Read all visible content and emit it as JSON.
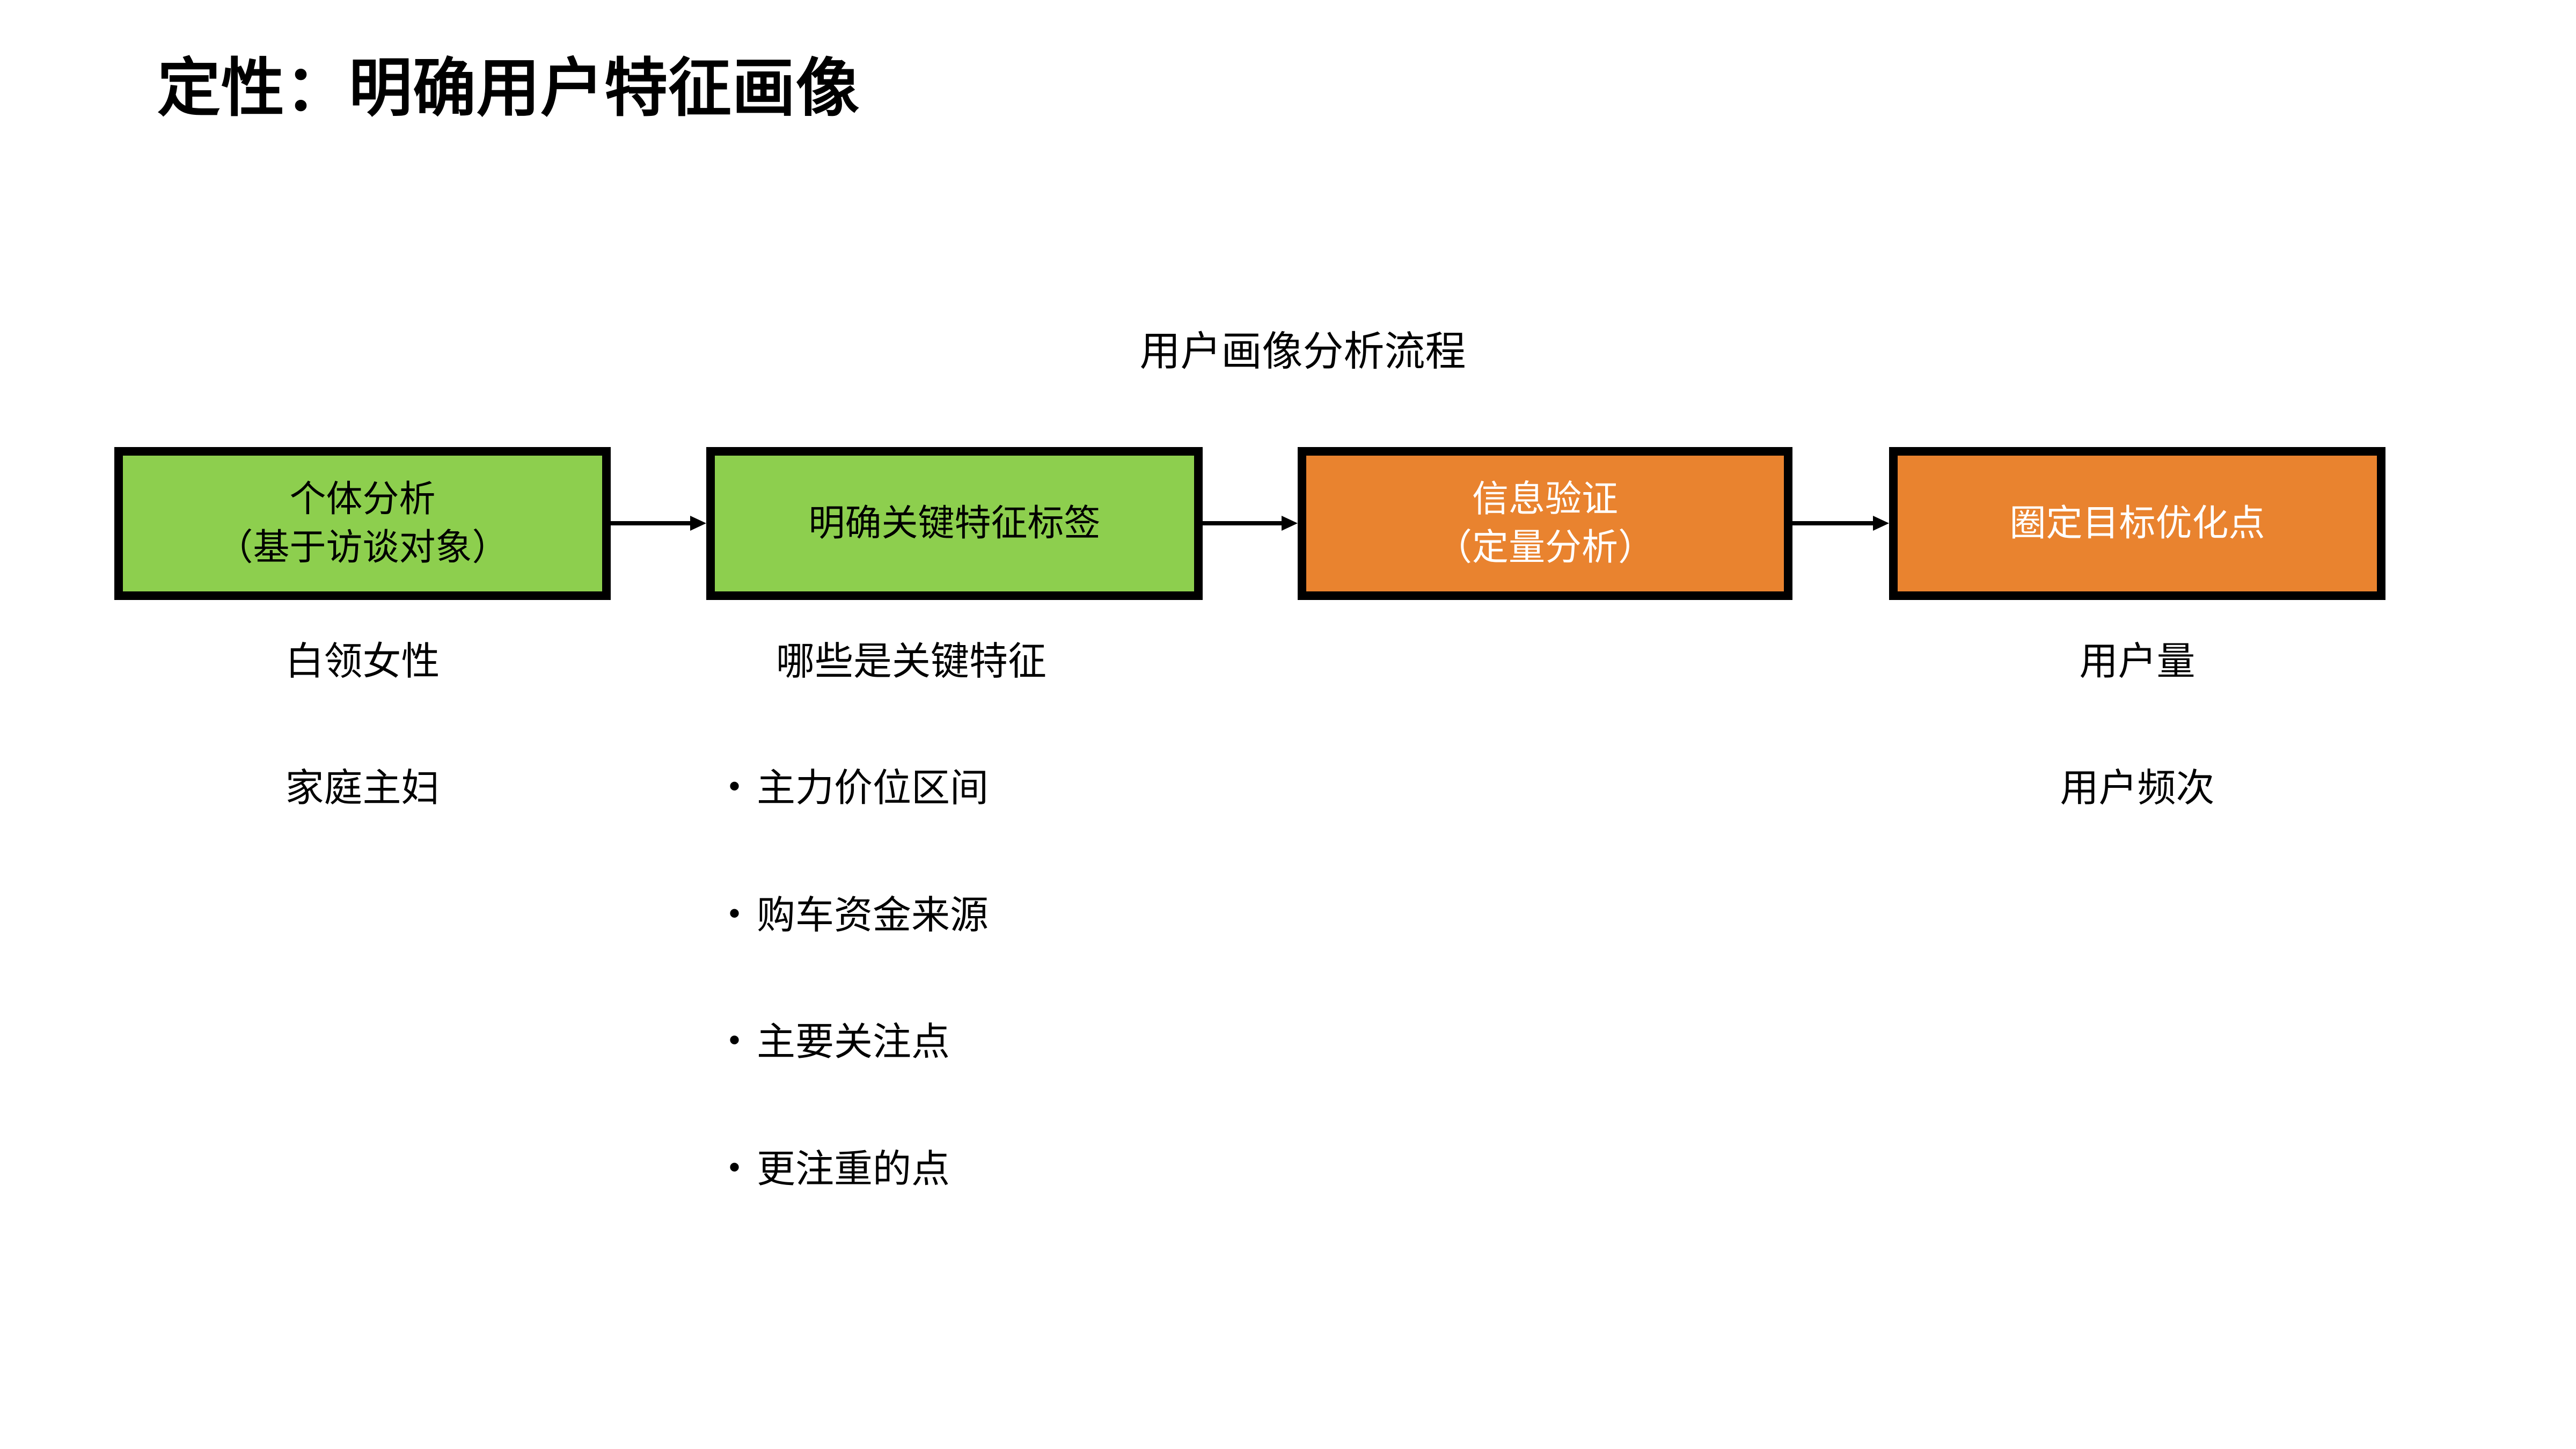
{
  "slide": {
    "title": "定性：明确用户特征画像",
    "background_color": "#FFFFFF"
  },
  "flow": {
    "caption": "用户画像分析流程",
    "colors": {
      "stage_green": "#8DCF4E",
      "stage_orange": "#E9832F",
      "border": "#000000",
      "green_text": "#000000",
      "orange_text": "#FFFFFF"
    },
    "boxes": [
      {
        "line1": "个体分析",
        "line2": "（基于访谈对象）",
        "fill": "#8DCF4E"
      },
      {
        "line1": "明确关键特征标签",
        "line2": "",
        "fill": "#8DCF4E"
      },
      {
        "line1": "信息验证",
        "line2": "（定量分析）",
        "fill": "#E9832F"
      },
      {
        "line1": "圈定目标优化点",
        "line2": "",
        "fill": "#E9832F"
      }
    ]
  },
  "notes": {
    "column_1": {
      "lines": [
        "白领女性",
        "家庭主妇"
      ]
    },
    "column_2": {
      "heading": "哪些是关键特征",
      "bullet_marker": "•",
      "bullets": [
        "主力价位区间",
        "购车资金来源",
        "主要关注点",
        "更注重的点"
      ]
    },
    "column_3": {
      "lines": []
    },
    "column_4": {
      "lines": [
        "用户量",
        "用户频次"
      ]
    }
  }
}
